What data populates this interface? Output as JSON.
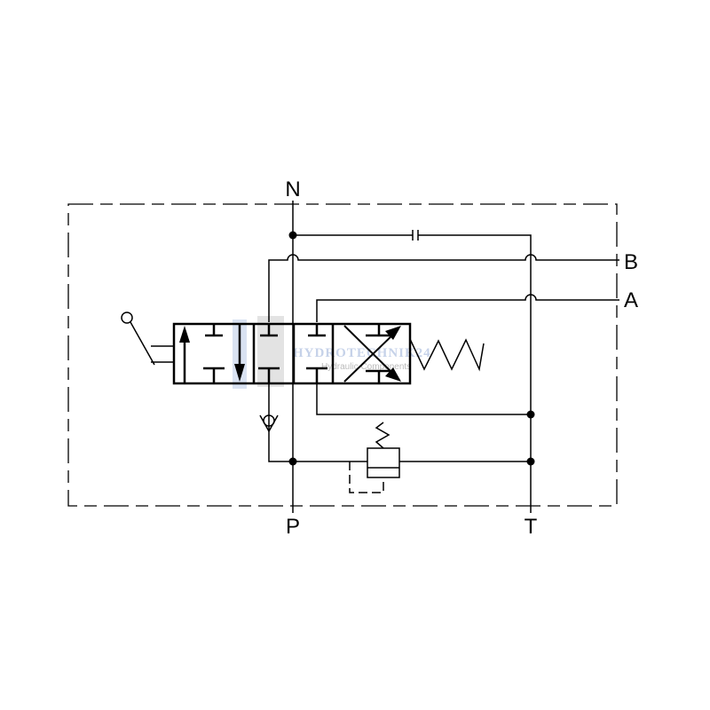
{
  "ports": {
    "N": "N",
    "P": "P",
    "T": "T",
    "B": "B",
    "A": "A"
  },
  "watermark": {
    "title": "HYDROTECHNIK24",
    "subtitle": "Hydraulic Components"
  }
}
